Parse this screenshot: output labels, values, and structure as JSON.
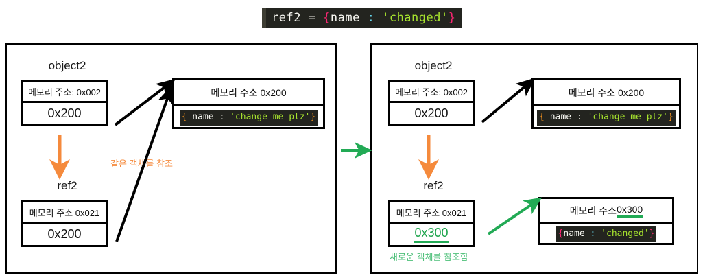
{
  "title_code": {
    "name": "ref2 = {name : 'changed'}",
    "tokens": [
      {
        "t": "ref2",
        "c": "white"
      },
      {
        "t": " = ",
        "c": "white"
      },
      {
        "t": "{",
        "c": "pink"
      },
      {
        "t": "name",
        "c": "white"
      },
      {
        "t": " : ",
        "c": "cyan"
      },
      {
        "t": "'changed'",
        "c": "green"
      },
      {
        "t": "}",
        "c": "pink"
      }
    ]
  },
  "colors": {
    "orange": "#f58a3c",
    "green": "#22aa55",
    "black": "#000000",
    "code_bg": "#23241f"
  },
  "flow_arrow": {
    "label": "flow-arrow-right",
    "color": "#22aa55"
  },
  "left_panel": {
    "name": "before-state",
    "object2": {
      "label": "object2",
      "address": "메모리 주소: 0x002",
      "value": "0x200"
    },
    "ref2": {
      "label": "ref2",
      "address": "메모리 주소 0x021",
      "value": "0x200"
    },
    "heap": {
      "address": "메모리 주소 0x200",
      "code_plain": "{ name : 'change me plz'}",
      "code_tokens": [
        {
          "t": "{",
          "c": "gold"
        },
        {
          "t": " name ",
          "c": "white"
        },
        {
          "t": ": ",
          "c": "white"
        },
        {
          "t": "'change me plz'",
          "c": "green"
        },
        {
          "t": "}",
          "c": "gold"
        }
      ]
    },
    "note": "같은 객체를 참조"
  },
  "right_panel": {
    "name": "after-state",
    "object2": {
      "label": "object2",
      "address": "메모리 주소: 0x002",
      "value": "0x200"
    },
    "ref2": {
      "label": "ref2",
      "address": "메모리 주소 0x021",
      "value": "0x300"
    },
    "heap_old": {
      "address": "메모리 주소 0x200",
      "code_plain": "{ name : 'change me plz'}",
      "code_tokens": [
        {
          "t": "{",
          "c": "gold"
        },
        {
          "t": " name ",
          "c": "white"
        },
        {
          "t": ": ",
          "c": "white"
        },
        {
          "t": "'change me plz'",
          "c": "green"
        },
        {
          "t": "}",
          "c": "gold"
        }
      ]
    },
    "heap_new": {
      "address_prefix": "메모리 주소 ",
      "address_value": "0x300",
      "code_plain": "{name : 'changed'}",
      "code_tokens": [
        {
          "t": "{",
          "c": "pink"
        },
        {
          "t": "name",
          "c": "white"
        },
        {
          "t": " : ",
          "c": "cyan"
        },
        {
          "t": "'changed'",
          "c": "green"
        },
        {
          "t": "}",
          "c": "pink"
        }
      ]
    },
    "note": "새로운 객체를 참조함"
  }
}
